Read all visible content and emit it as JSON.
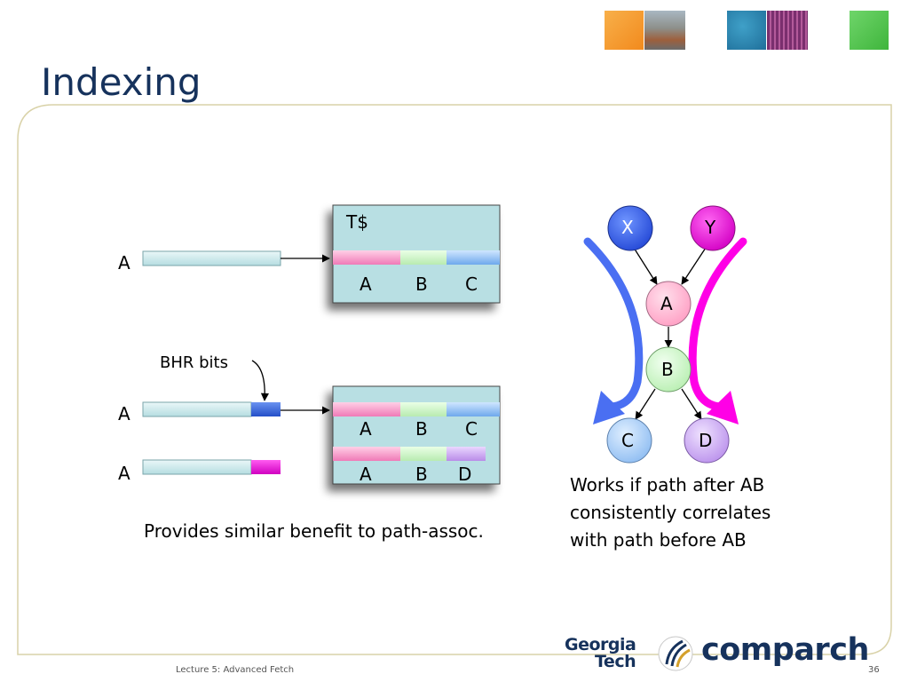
{
  "title": "Indexing",
  "top_left_diagram": {
    "label_A": "A",
    "table_title": "T$",
    "entries": [
      "A",
      "B",
      "C"
    ]
  },
  "bottom_left_diagram": {
    "bhr_label": "BHR bits",
    "row1_label": "A",
    "row2_label": "A",
    "table_row1": [
      "A",
      "B",
      "C"
    ],
    "table_row2": [
      "A",
      "B",
      "D"
    ]
  },
  "caption_left": "Provides similar benefit to path-assoc.",
  "graph": {
    "nodes": {
      "X": "X",
      "Y": "Y",
      "A": "A",
      "B": "B",
      "C": "C",
      "D": "D"
    },
    "colors": {
      "X": "#3366ee",
      "Y": "#ee11dd",
      "A": "#ffb3cf",
      "B": "#cdf7c8",
      "C": "#a9cdf7",
      "D": "#caa7f0",
      "left_arrow": "#4a6ff2",
      "right_arrow": "#ff00e6"
    }
  },
  "caption_right": [
    "Works if path after AB",
    "consistently correlates",
    "with path before AB"
  ],
  "footer": {
    "lecture": "Lecture 5: Advanced Fetch",
    "page": "36",
    "logo_georgia": "Georgia",
    "logo_tech": "Tech",
    "logo_comparch": "comparch"
  }
}
